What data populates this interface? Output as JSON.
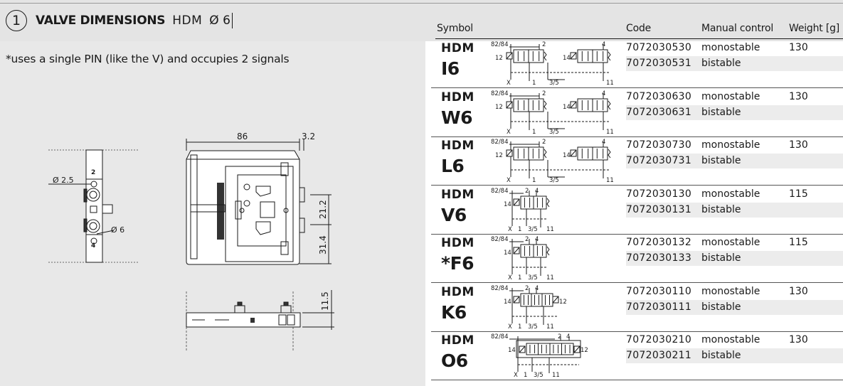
{
  "header": {
    "number": "1",
    "title": "VALVE DIMENSIONS",
    "model": "HDM",
    "diameter": "Ø 6"
  },
  "note": "*uses a single PIN (like the V) and occupies 2 signals",
  "dimensions": {
    "side_hole": "Ø 2.5",
    "side_port": "Ø 6",
    "port_top": "2",
    "port_bottom": "4",
    "width": "86",
    "offset": "3.2",
    "height_upper": "21.2",
    "height_lower": "31.4",
    "thickness": "11.5"
  },
  "table": {
    "headers": {
      "symbol": "Symbol",
      "code": "Code",
      "manual": "Manual control",
      "weight": "Weight [g]"
    },
    "rows": [
      {
        "prefix": "HDM",
        "model": "I6",
        "code_mono": "7072030530",
        "code_bi": "7072030531",
        "manual_mono": "monostable",
        "manual_bi": "bistable",
        "weight": "130",
        "schematic": "dual-5-2",
        "labels": {
          "tl": "82/84",
          "a": "2",
          "b": "4",
          "l12": "12",
          "l14": "14",
          "x": "X",
          "p1": "1",
          "p35": "3/5",
          "p11": "11"
        }
      },
      {
        "prefix": "HDM",
        "model": "W6",
        "code_mono": "7072030630",
        "code_bi": "7072030631",
        "manual_mono": "monostable",
        "manual_bi": "bistable",
        "weight": "130",
        "schematic": "dual-5-2",
        "labels": {
          "tl": "82/84",
          "a": "2",
          "b": "4",
          "l12": "12",
          "l14": "14",
          "x": "X",
          "p1": "1",
          "p35": "3/5",
          "p11": "11"
        }
      },
      {
        "prefix": "HDM",
        "model": "L6",
        "code_mono": "7072030730",
        "code_bi": "7072030731",
        "manual_mono": "monostable",
        "manual_bi": "bistable",
        "weight": "130",
        "schematic": "dual-5-2",
        "labels": {
          "tl": "82/84",
          "a": "2",
          "b": "4",
          "l12": "12",
          "l14": "14",
          "x": "X",
          "p1": "1",
          "p35": "3/5",
          "p11": "11"
        }
      },
      {
        "prefix": "HDM",
        "model": "V6",
        "code_mono": "7072030130",
        "code_bi": "7072030131",
        "manual_mono": "monostable",
        "manual_bi": "bistable",
        "weight": "115",
        "schematic": "single-5-2",
        "labels": {
          "tl": "82/84",
          "a": "2",
          "b": "4",
          "l14": "14",
          "x": "X",
          "p1": "1",
          "p35": "3/5",
          "p11": "11"
        }
      },
      {
        "prefix": "HDM",
        "model": "*F6",
        "code_mono": "7072030132",
        "code_bi": "7072030133",
        "manual_mono": "monostable",
        "manual_bi": "bistable",
        "weight": "115",
        "schematic": "single-5-2",
        "labels": {
          "tl": "82/84",
          "a": "2",
          "b": "4",
          "l14": "14",
          "x": "X",
          "p1": "1",
          "p35": "3/5",
          "p11": "11"
        }
      },
      {
        "prefix": "HDM",
        "model": "K6",
        "code_mono": "7072030110",
        "code_bi": "7072030111",
        "manual_mono": "monostable",
        "manual_bi": "bistable",
        "weight": "130",
        "schematic": "5-3",
        "labels": {
          "tl": "82/84",
          "a": "2",
          "b": "4",
          "l12": "12",
          "l14": "14",
          "x": "X",
          "p1": "1",
          "p35": "3/5",
          "p11": "11"
        }
      },
      {
        "prefix": "HDM",
        "model": "O6",
        "code_mono": "7072030210",
        "code_bi": "7072030211",
        "manual_mono": "monostable",
        "manual_bi": "bistable",
        "weight": "130",
        "schematic": "5-3-wide",
        "labels": {
          "tl": "82/84",
          "a": "2",
          "b": "4",
          "l12": "12",
          "l14": "14",
          "x": "X",
          "p1": "1",
          "p35": "3/5",
          "p11": "11"
        }
      }
    ]
  }
}
